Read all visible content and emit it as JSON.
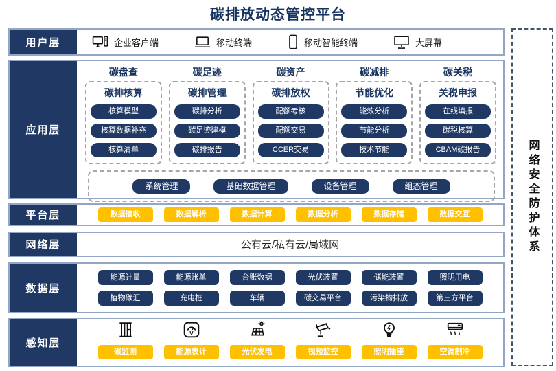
{
  "title": "碳排放动态管控平台",
  "security_panel": {
    "label": "网络安全防护体系"
  },
  "layers": {
    "user": {
      "label": "用户层",
      "items": [
        {
          "icon": "desktop-client-icon",
          "label": "企业客户端"
        },
        {
          "icon": "laptop-icon",
          "label": "移动终端"
        },
        {
          "icon": "smartphone-icon",
          "label": "移动智能终端"
        },
        {
          "icon": "big-screen-icon",
          "label": "大屏幕"
        }
      ]
    },
    "application": {
      "label": "应用层",
      "columns": [
        {
          "header": "碳盘查",
          "subheader": "碳排核算",
          "buttons": [
            "核算模型",
            "核算数据补充",
            "核算清单"
          ]
        },
        {
          "header": "碳足迹",
          "subheader": "碳排管理",
          "buttons": [
            "碳排分析",
            "碳足迹建模",
            "碳排报告"
          ]
        },
        {
          "header": "碳资产",
          "subheader": "碳排放权",
          "buttons": [
            "配额考核",
            "配额交易",
            "CCER交易"
          ]
        },
        {
          "header": "碳减排",
          "subheader": "节能优化",
          "buttons": [
            "能效分析",
            "节能分析",
            "技术节能"
          ]
        },
        {
          "header": "碳关税",
          "subheader": "关税申报",
          "buttons": [
            "在线填报",
            "碳税核算",
            "CBAM碳报告"
          ]
        }
      ],
      "common_buttons": [
        "系统管理",
        "基础数据管理",
        "设备管理",
        "组态管理"
      ]
    },
    "platform": {
      "label": "平台层",
      "buttons": [
        "数据接收",
        "数据解析",
        "数据计算",
        "数据分析",
        "数据存储",
        "数据交互"
      ]
    },
    "network": {
      "label": "网络层",
      "text": "公有云/私有云/局域网"
    },
    "data": {
      "label": "数据层",
      "rows": [
        [
          "能源计量",
          "能源账单",
          "台账数据",
          "光伏装置",
          "储能装置",
          "照明用电"
        ],
        [
          "植物碳汇",
          "充电桩",
          "车辆",
          "碳交易平台",
          "污染物排放",
          "第三方平台"
        ]
      ]
    },
    "perception": {
      "label": "感知层",
      "items": [
        {
          "icon": "carbon-monitor-icon",
          "label": "碳监测"
        },
        {
          "icon": "energy-meter-icon",
          "label": "能源表计"
        },
        {
          "icon": "solar-panel-icon",
          "label": "光伏发电"
        },
        {
          "icon": "cctv-camera-icon",
          "label": "视频监控"
        },
        {
          "icon": "lightbulb-icon",
          "label": "照明插座"
        },
        {
          "icon": "air-conditioner-icon",
          "label": "空调制冷"
        }
      ]
    }
  },
  "colors": {
    "navy": "#1f3864",
    "yellow": "#ffc000",
    "layer_border": "#93a6c4",
    "dashed_border": "#a6a6a6",
    "security_border": "#44546a",
    "title_text": "#17335f"
  }
}
